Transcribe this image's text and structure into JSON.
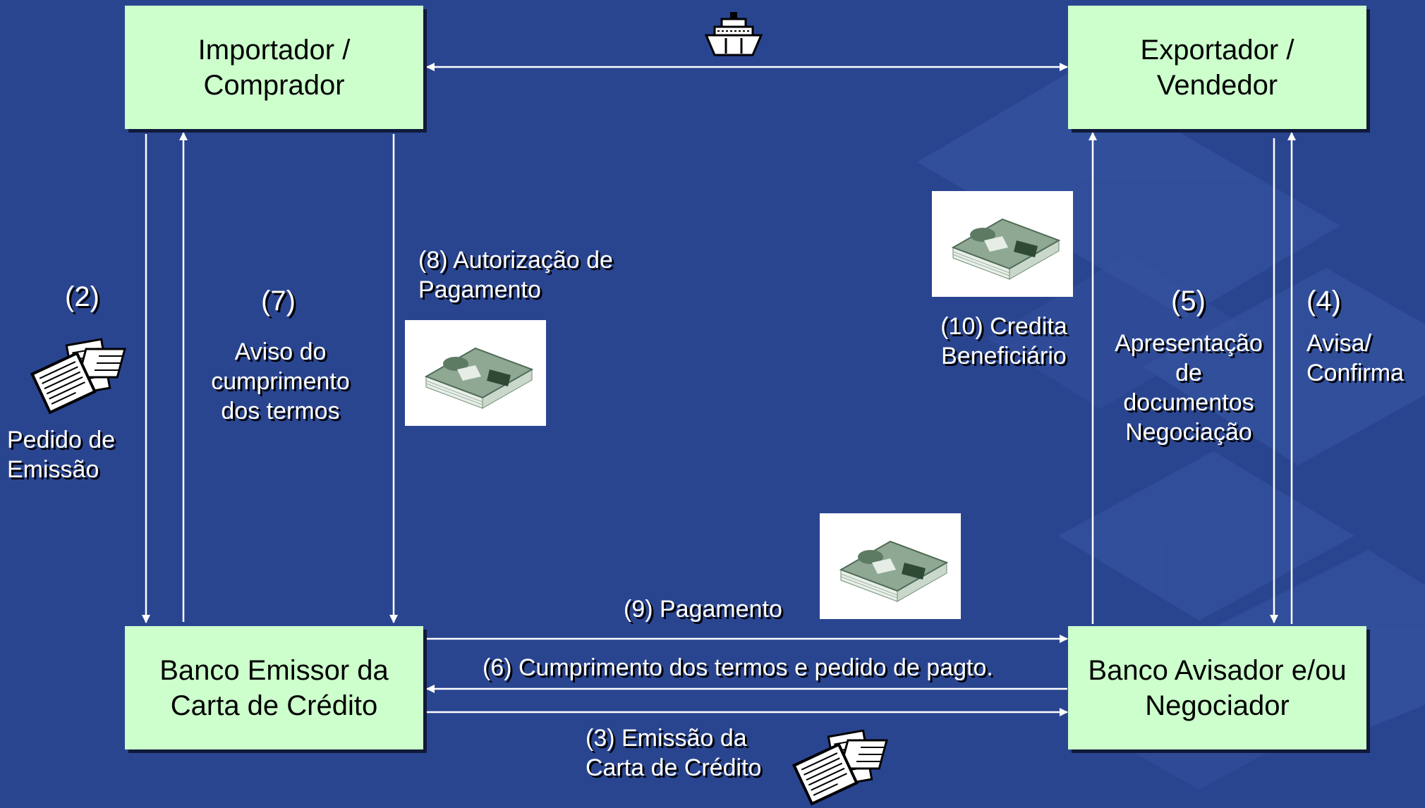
{
  "boxes": {
    "importer": [
      "Importador /",
      "Comprador"
    ],
    "exporter": [
      "Exportador /",
      "Vendedor"
    ],
    "issuing_bank": [
      "Banco Emissor da",
      "Carta de Crédito"
    ],
    "advising_bank": [
      "Banco Avisador e/ou",
      "Negociador"
    ]
  },
  "labels": {
    "step2_num": "(2)",
    "step2_text": [
      "Pedido de",
      "Emissão"
    ],
    "step7_num": "(7)",
    "step7_text": [
      "Aviso do",
      "cumprimento",
      "dos termos"
    ],
    "step8_text": [
      "(8) Autorização de",
      "Pagamento"
    ],
    "step10_text": [
      "(10) Credita",
      "Beneficiário"
    ],
    "step5_num": "(5)",
    "step5_text": [
      "Apresentação",
      "de",
      "documentos",
      "Negociação"
    ],
    "step4_num": "(4)",
    "step4_text": [
      "Avisa/",
      "Confirma"
    ],
    "step9_text": "(9) Pagamento",
    "step6_text": "(6)  Cumprimento dos termos e pedido de pagto.",
    "step3_text": [
      "(3) Emissão da",
      "Carta de Crédito"
    ]
  },
  "icons": [
    "ship-icon",
    "documents-icon",
    "money-icon"
  ],
  "colors": {
    "background": "#2a4590",
    "box_fill": "#ccffcc",
    "arrow": "#ffffff",
    "text": "#ffffff"
  }
}
